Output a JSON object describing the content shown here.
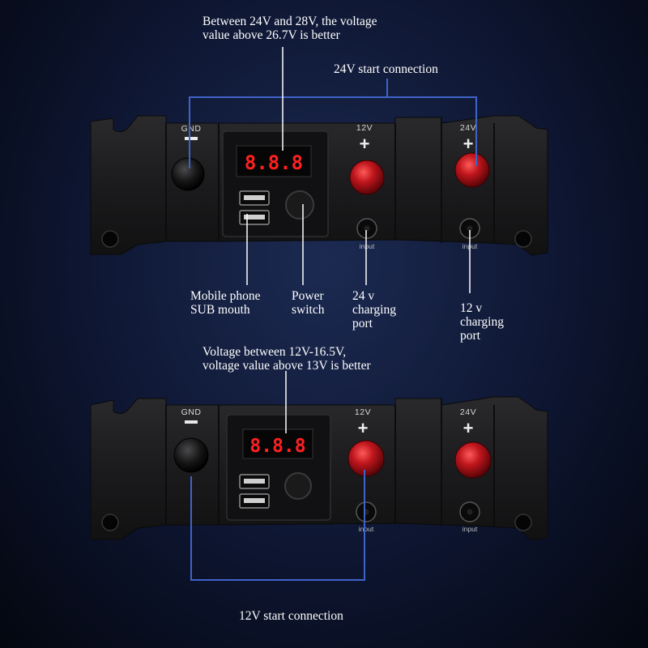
{
  "colors": {
    "connection_line": "#3f63c8",
    "pointer_line": "#ffffff",
    "panel": "#1d1d1f",
    "knob_red": "#c0161d",
    "display_digits": "#ff2020"
  },
  "panels": [
    {
      "gnd_label": "GND",
      "gnd_sign": "−",
      "port_12v_label": "12V",
      "port_24v_label": "24V",
      "plus_sign": "+",
      "display_value": "8.8.8",
      "input_label_1": "input",
      "input_label_2": "input"
    },
    {
      "gnd_label": "GND",
      "gnd_sign": "−",
      "port_12v_label": "12V",
      "port_24v_label": "24V",
      "plus_sign": "+",
      "display_value": "8.8.8",
      "input_label_1": "input",
      "input_label_2": "input"
    }
  ],
  "callouts": {
    "top_voltage": "Between 24V and 28V, the voltage\nvalue above 26.7V is better",
    "start_24v": "24V start connection",
    "usb": "Mobile phone\nSUB mouth",
    "power_switch": "Power\nswitch",
    "charging_24v": "24 v\ncharging\nport",
    "charging_12v": "12 v\ncharging\nport",
    "bottom_voltage": "Voltage between 12V-16.5V,\nvoltage value above 13V is better",
    "start_12v": "12V start connection"
  }
}
